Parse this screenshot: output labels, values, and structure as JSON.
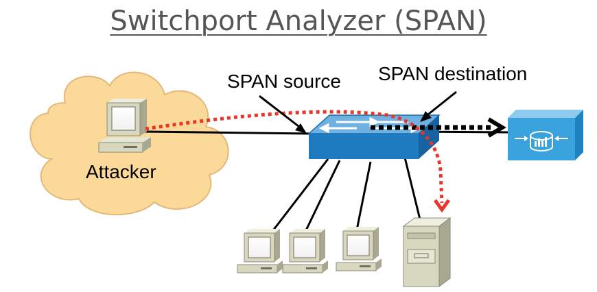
{
  "title": "Switchport Analyzer (SPAN)",
  "labels": {
    "span_source": "SPAN source",
    "span_destination": "SPAN destination",
    "attacker": "Attacker"
  },
  "colors": {
    "cloud_fill": "#fbd998",
    "cloud_stroke": "#e2b97a",
    "switch_top": "#6fb1e0",
    "switch_front": "#1f7bbf",
    "analyzer": "#3aa3dd",
    "traffic_arrow": "#e8362a",
    "pc_body": "#d8d8c0"
  },
  "icons": [
    "cloud-shape",
    "workstation-icon",
    "switch-icon",
    "analyzer-icon",
    "server-icon"
  ]
}
